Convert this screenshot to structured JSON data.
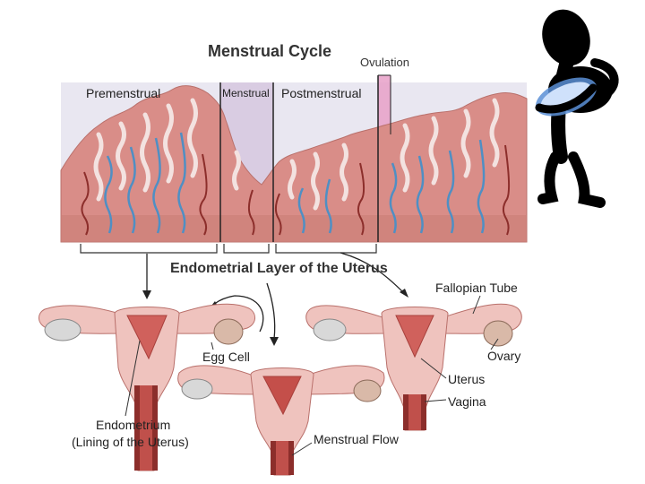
{
  "diagram": {
    "title": "Menstrual Cycle",
    "ovulation": "Ovulation",
    "phases": [
      "Premenstrual",
      "Menstrual",
      "Postmenstrual"
    ],
    "endometrial_title": "Endometrial Layer of the Uterus",
    "labels": {
      "fallopian_tube": "Fallopian Tube",
      "ovary": "Ovary",
      "uterus": "Uterus",
      "vagina": "Vagina",
      "egg_cell": "Egg Cell",
      "endometrium": "Endometrium",
      "endometrium_sub": "(Lining of the Uterus)",
      "menstrual_flow": "Menstrual Flow"
    },
    "colors": {
      "tissue": "#d98d88",
      "tissue_light": "#efc3be",
      "vessel_blue": "#4f8fc4",
      "vessel_red": "#8c2e2b",
      "ovulation_band": "#e8a0c8",
      "menstrual_band": "#c9b6d6",
      "panel_bg": "#e9e7f1"
    }
  }
}
